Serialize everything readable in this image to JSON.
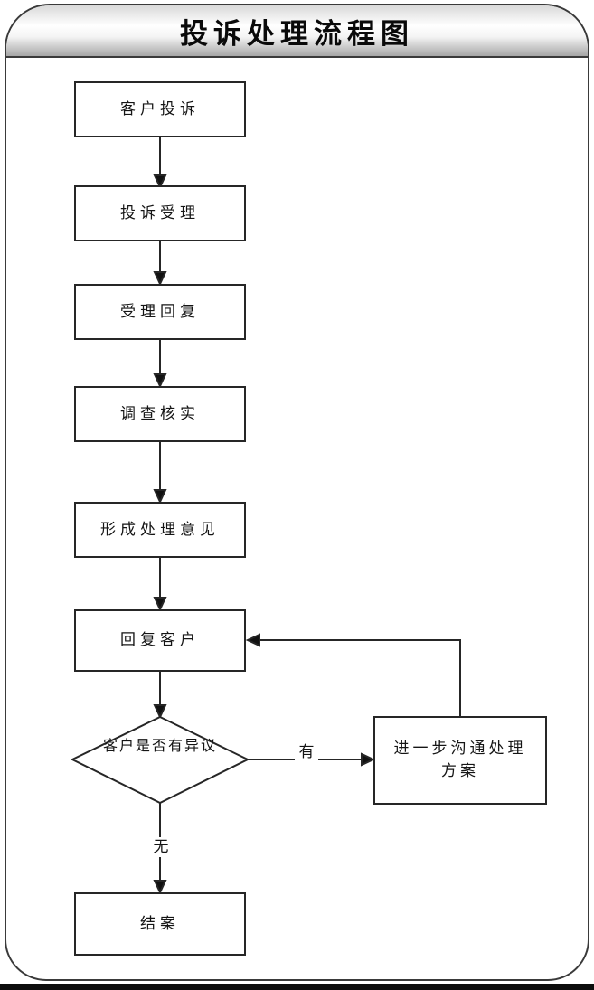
{
  "title": "投诉处理流程图",
  "flow": {
    "nodes": [
      {
        "id": "customer-complaint",
        "label": "客户投诉",
        "type": "process"
      },
      {
        "id": "complaint-acceptance",
        "label": "投诉受理",
        "type": "process"
      },
      {
        "id": "acceptance-reply",
        "label": "受理回复",
        "type": "process"
      },
      {
        "id": "investigate-verify",
        "label": "调查核实",
        "type": "process"
      },
      {
        "id": "form-handling-opinion",
        "label": "形成处理意见",
        "type": "process"
      },
      {
        "id": "reply-customer",
        "label": "回复客户",
        "type": "process"
      },
      {
        "id": "customer-objection",
        "label": "客户是否有异议",
        "type": "decision"
      },
      {
        "id": "further-communication",
        "label": "进一步沟通处理方案",
        "type": "process"
      },
      {
        "id": "close-case",
        "label": "结案",
        "type": "terminal"
      }
    ],
    "branch_labels": {
      "yes": "有",
      "no": "无"
    }
  },
  "colors": {
    "line": "#262626",
    "frame_border": "#3a3a3a",
    "background": "#ffffff"
  }
}
